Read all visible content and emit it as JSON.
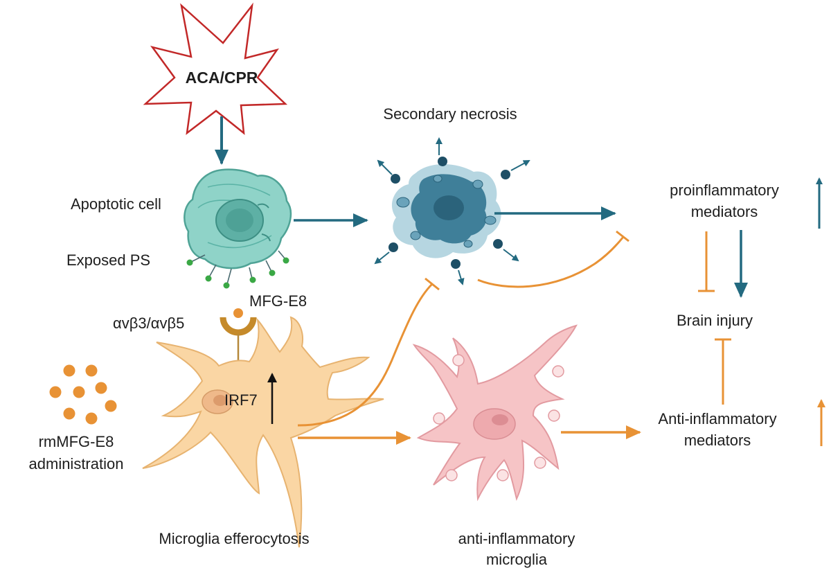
{
  "trigger": {
    "label": "ACA/CPR"
  },
  "labels": {
    "secondary_necrosis": "Secondary necrosis",
    "apoptotic_cell": "Apoptotic cell",
    "exposed_ps": "Exposed PS",
    "mfge8": "MFG-E8",
    "integrins": "αvβ3/αvβ5",
    "irf7": "IRF7",
    "rm_line1": "rmMFG-E8",
    "rm_line2": "administration",
    "microglia_efferocytosis": "Microglia efferocytosis",
    "anti_microglia_line1": "anti-inflammatory",
    "anti_microglia_line2": "microglia",
    "pro_line1": "proinflammatory",
    "pro_line2": "mediators",
    "brain_injury": "Brain injury",
    "anti_med_line1": "Anti-inflammatory",
    "anti_med_line2": "mediators"
  },
  "colors": {
    "teal_arrow": "#236a80",
    "orange": "#e89235",
    "star_outline": "#c22828",
    "apoptotic_fill": "#8fd3c8",
    "necrosis_fill": "#3f7f99",
    "microglia_fill": "#fad6a4",
    "anti_microglia_fill": "#f6c4c6",
    "ps_green": "#3aa845",
    "receptor": "#c58a2a"
  }
}
